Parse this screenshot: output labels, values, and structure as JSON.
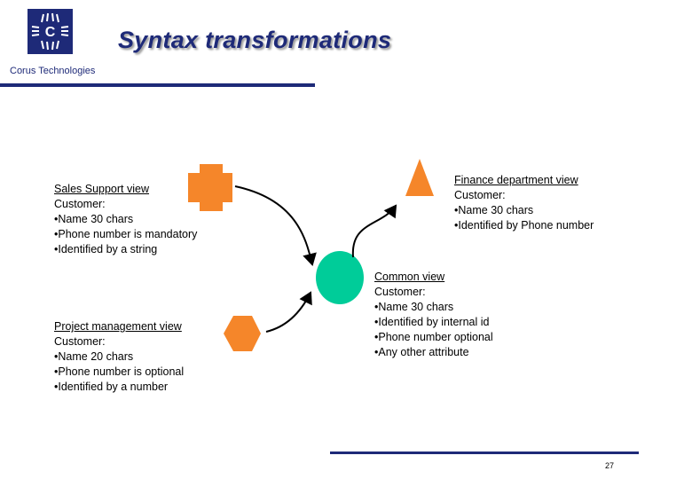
{
  "brand": {
    "logo_letter": "C",
    "company_name": "Corus Technologies",
    "logo_color": "#1e2a78"
  },
  "slide": {
    "title": "Syntax transformations",
    "page_number": "27"
  },
  "views": {
    "sales": {
      "heading": "Sales Support view",
      "lines": [
        "Customer:",
        "•Name 30 chars",
        "•Phone number is mandatory",
        "•Identified by a string"
      ]
    },
    "project": {
      "heading": "Project management view",
      "lines": [
        "Customer:",
        "•Name 20 chars",
        "•Phone number is optional",
        "•Identified by a number"
      ]
    },
    "finance": {
      "heading": "Finance department view",
      "lines": [
        "Customer:",
        "•Name 30 chars",
        "•Identified by Phone number"
      ]
    },
    "common": {
      "heading": "Common view",
      "lines": [
        "Customer:",
        "•Name 30 chars",
        "•Identified by internal id",
        "•Phone number optional",
        "•Any other attribute"
      ]
    }
  },
  "shapes": {
    "cross_color": "#f5862a",
    "hexagon_color": "#f5862a",
    "triangle_color": "#f5862a",
    "circle_color": "#00cc99"
  }
}
